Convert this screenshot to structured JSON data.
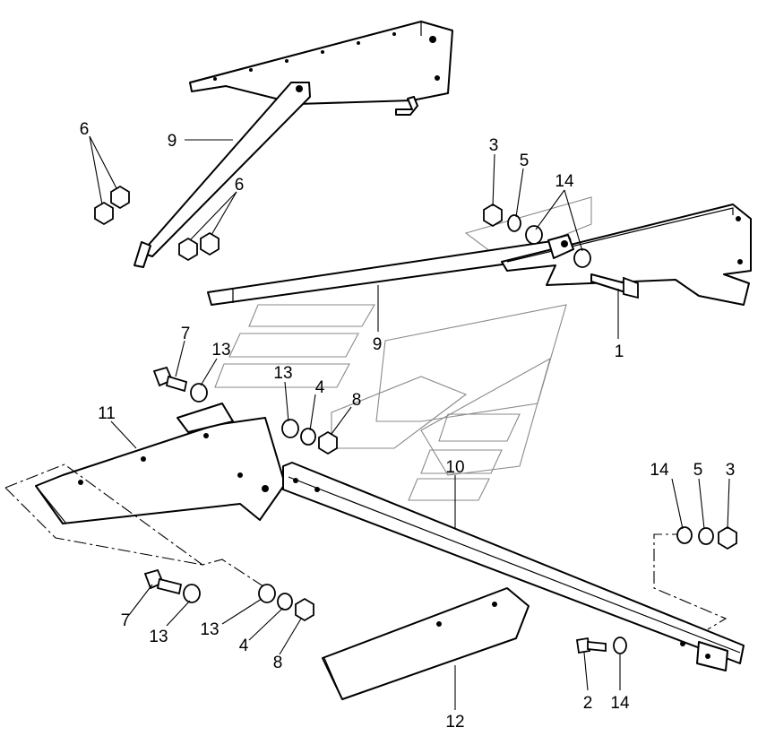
{
  "callouts": [
    {
      "id": "6a",
      "text": "6"
    },
    {
      "id": "9a",
      "text": "9"
    },
    {
      "id": "6b",
      "text": "6"
    },
    {
      "id": "3a",
      "text": "3"
    },
    {
      "id": "5a",
      "text": "5"
    },
    {
      "id": "14a",
      "text": "14"
    },
    {
      "id": "9b",
      "text": "9"
    },
    {
      "id": "1",
      "text": "1"
    },
    {
      "id": "7a",
      "text": "7"
    },
    {
      "id": "13a",
      "text": "13"
    },
    {
      "id": "13b",
      "text": "13"
    },
    {
      "id": "4a",
      "text": "4"
    },
    {
      "id": "8a",
      "text": "8"
    },
    {
      "id": "11",
      "text": "11"
    },
    {
      "id": "10",
      "text": "10"
    },
    {
      "id": "14b",
      "text": "14"
    },
    {
      "id": "5b",
      "text": "5"
    },
    {
      "id": "3b",
      "text": "3"
    },
    {
      "id": "7b",
      "text": "7"
    },
    {
      "id": "13c",
      "text": "13"
    },
    {
      "id": "13d",
      "text": "13"
    },
    {
      "id": "4b",
      "text": "4"
    },
    {
      "id": "8b",
      "text": "8"
    },
    {
      "id": "2",
      "text": "2"
    },
    {
      "id": "14c",
      "text": "14"
    },
    {
      "id": "12",
      "text": "12"
    }
  ]
}
